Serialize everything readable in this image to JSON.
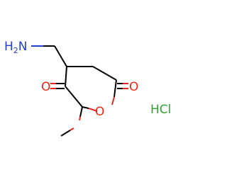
{
  "molecule": {
    "atoms": {
      "amine_group": "H2N",
      "amine_h": "H",
      "amine_subscript": "2",
      "amine_n": "N",
      "ketone_o": "O",
      "lactone_carbonyl_o": "O",
      "ring_o": "O"
    },
    "salt": "HCl"
  },
  "colors": {
    "bond": "#000000",
    "nitrogen": "#1f3fd0",
    "oxygen": "#e8261a",
    "salt": "#2ea62e"
  }
}
